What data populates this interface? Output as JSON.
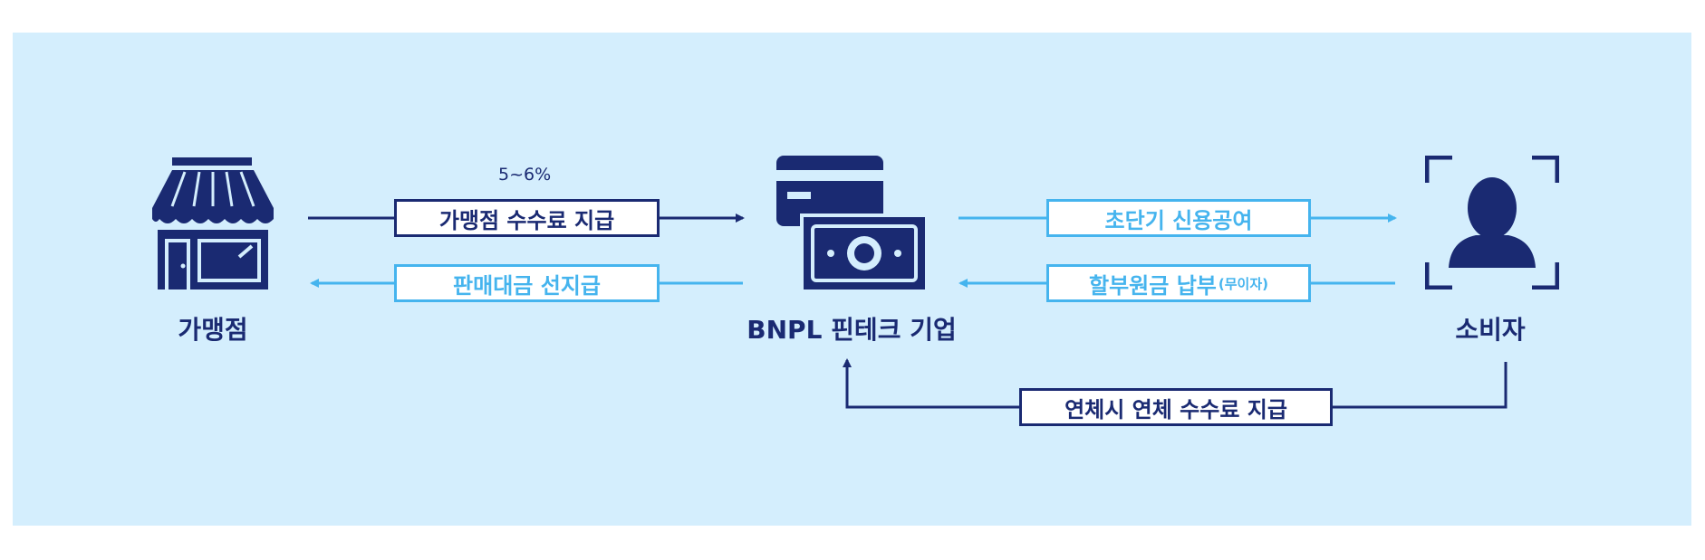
{
  "nodes": {
    "merchant": {
      "label": "가맹점",
      "icon": "storefront-icon"
    },
    "bnpl": {
      "label": "BNPL 핀테크 기업",
      "icon": "card-and-cash-icon"
    },
    "consumer": {
      "label": "소비자",
      "icon": "person-frame-icon"
    }
  },
  "flows": {
    "merchant_fee": {
      "label": "가맹점 수수료 지급",
      "rate": "5~6%"
    },
    "advance_payment": {
      "label": "판매대금 선지급"
    },
    "short_term_credit": {
      "label": "초단기 신용공여"
    },
    "installment": {
      "label": "할부원금 납부",
      "note": "(무이자)"
    },
    "late_fee": {
      "label": "연체시 연체 수수료 지급"
    }
  },
  "colors": {
    "dark": "#1a2a72",
    "light": "#45b4ee",
    "background": "#d4eefd"
  }
}
